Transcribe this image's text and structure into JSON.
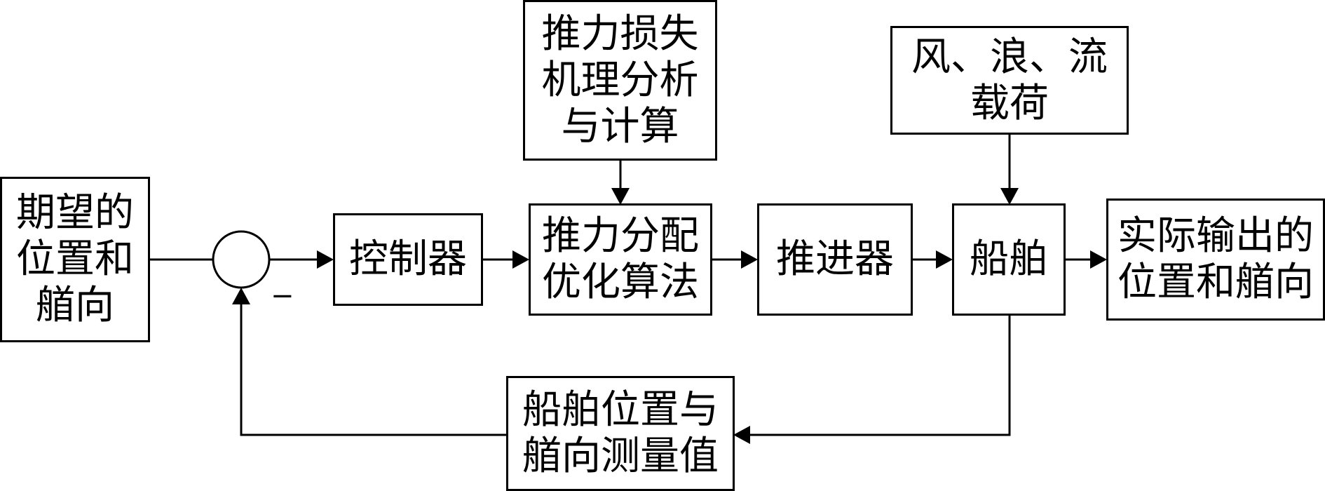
{
  "blocks": {
    "desired": {
      "lines": [
        "期望的",
        "位置和",
        "艏向"
      ]
    },
    "controller": {
      "lines": [
        "控制器"
      ]
    },
    "thrust_loss": {
      "lines": [
        "推力损失",
        "机理分析",
        "与计算"
      ]
    },
    "allocation": {
      "lines": [
        "推力分配",
        "优化算法"
      ]
    },
    "thruster": {
      "lines": [
        "推进器"
      ]
    },
    "environment": {
      "lines": [
        "风、浪、流",
        "载荷"
      ]
    },
    "ship": {
      "lines": [
        "船舶"
      ]
    },
    "output": {
      "lines": [
        "实际输出的",
        "位置和艏向"
      ]
    },
    "measurement": {
      "lines": [
        "船舶位置与",
        "艏向测量值"
      ]
    }
  },
  "summing_junction": {
    "feedback_sign": "−"
  },
  "connections": [
    {
      "from": "desired",
      "to": "summing_junction"
    },
    {
      "from": "summing_junction",
      "to": "controller"
    },
    {
      "from": "controller",
      "to": "allocation"
    },
    {
      "from": "thrust_loss",
      "to": "allocation"
    },
    {
      "from": "allocation",
      "to": "thruster"
    },
    {
      "from": "thruster",
      "to": "ship"
    },
    {
      "from": "environment",
      "to": "ship"
    },
    {
      "from": "ship",
      "to": "output"
    },
    {
      "from": "ship",
      "to": "measurement"
    },
    {
      "from": "measurement",
      "to": "summing_junction"
    }
  ]
}
